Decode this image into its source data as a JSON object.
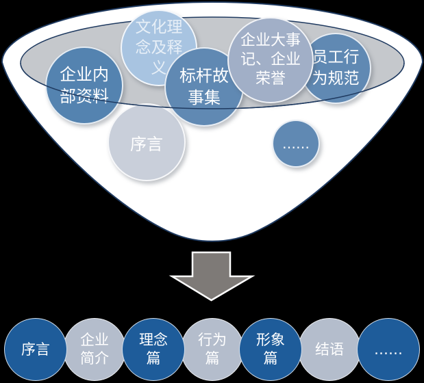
{
  "colors": {
    "background": "#000000",
    "outline_navy": "#1f3a60",
    "funnel_body": "#ffffff",
    "funnel_opening_gray": "#c5c8cc",
    "steel_blue": "#6089b3",
    "steel_blue_dark": "#5483b0",
    "light_blue": "#a8c4e1",
    "gray_blue": "#a1afc7",
    "pale_gray_blue": "#c9cfda",
    "arrow_gray": "#7e7a77",
    "bottom_dark_blue": "#1e5c9a",
    "bottom_light_gray_blue": "#b4bdcc"
  },
  "funnel": {
    "bubbles": [
      {
        "name": "culture-concept",
        "label": "文化理\n念及释\n义"
      },
      {
        "name": "internal-materials",
        "label": "企业内\n部资料"
      },
      {
        "name": "benchmark-stories",
        "label": "标杆故\n事集"
      },
      {
        "name": "employee-conduct",
        "label": "员工行\n为规范"
      },
      {
        "name": "milestones-honors",
        "label": "企业大事\n记、企业\n荣誉"
      },
      {
        "name": "preface",
        "label": "序言"
      },
      {
        "name": "more",
        "label": "……"
      }
    ]
  },
  "bottom_row": [
    {
      "name": "preface",
      "label": "序言",
      "variant": "dark"
    },
    {
      "name": "company-profile",
      "label": "企业\n简介",
      "variant": "light"
    },
    {
      "name": "concept-chapter",
      "label": "理念\n篇",
      "variant": "dark"
    },
    {
      "name": "behavior-chapter",
      "label": "行为\n篇",
      "variant": "light"
    },
    {
      "name": "image-chapter",
      "label": "形象\n篇",
      "variant": "dark"
    },
    {
      "name": "conclusion",
      "label": "结语",
      "variant": "light"
    },
    {
      "name": "more",
      "label": "……",
      "variant": "dark"
    }
  ]
}
